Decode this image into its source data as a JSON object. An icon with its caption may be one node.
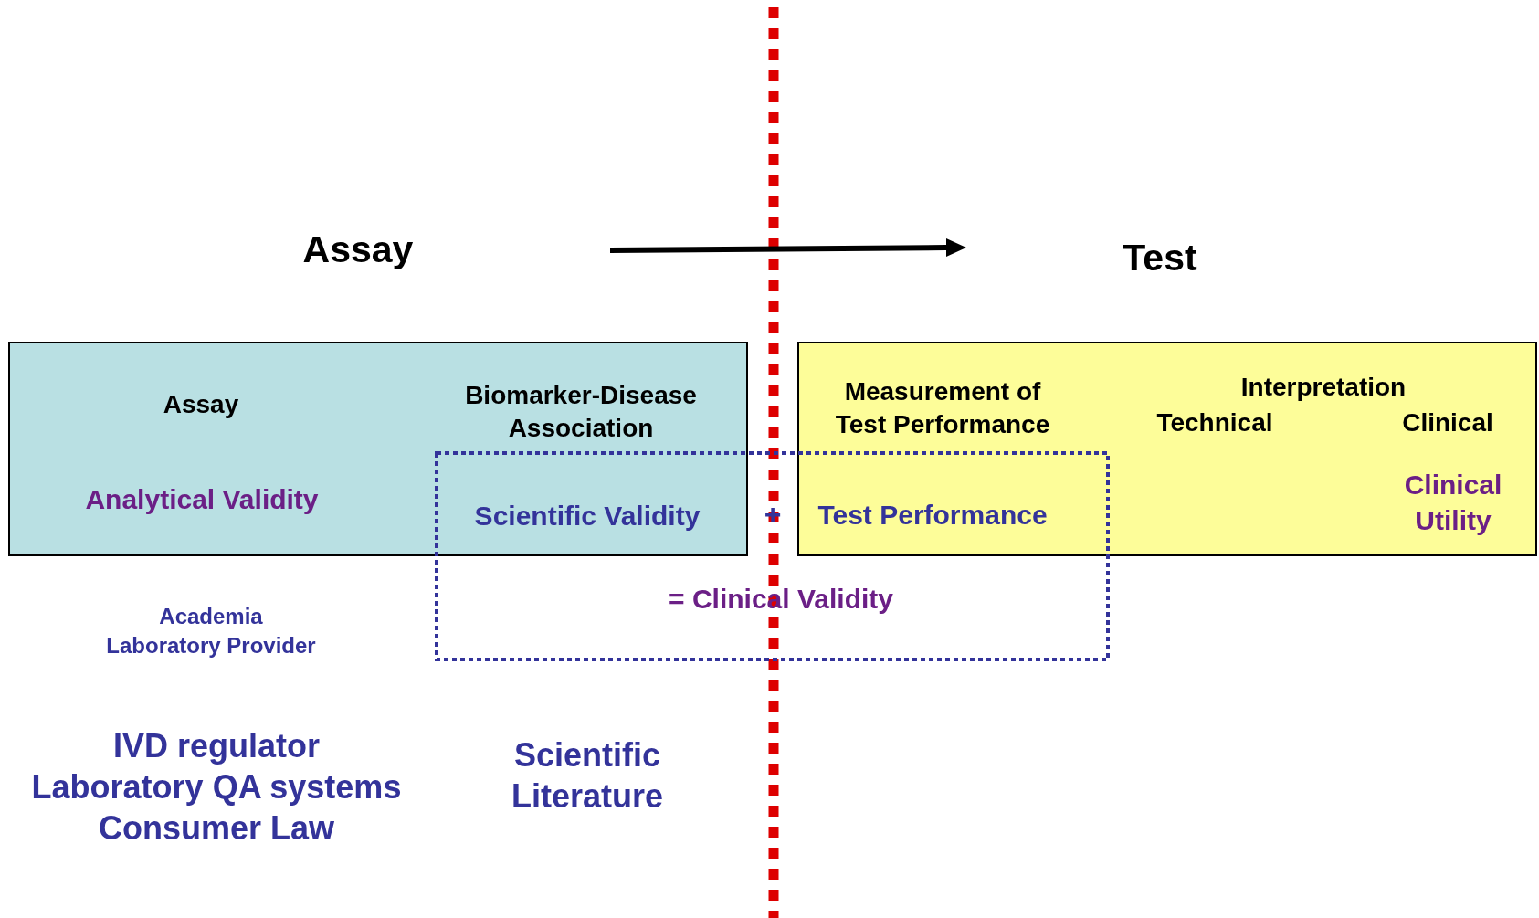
{
  "diagram": {
    "nodes": [
      {
        "text": [
          "Assay",
          "Biomarker-Disease Association",
          "Analytical Validity"
        ]
      },
      {
        "text": [
          "Measurement of Test Performance",
          "Interpretation",
          "Technical",
          "Clinical",
          "Clinical Utility"
        ]
      },
      {
        "text": [
          "Scientific Validity",
          "+",
          "Test Performance",
          "= Clinical Validity"
        ]
      }
    ],
    "labels": [
      "Assay",
      "Test",
      "Academia Laboratory Provider",
      "IVD regulator Laboratory QA systems Consumer Law",
      "Scientific Literature"
    ]
  }
}
